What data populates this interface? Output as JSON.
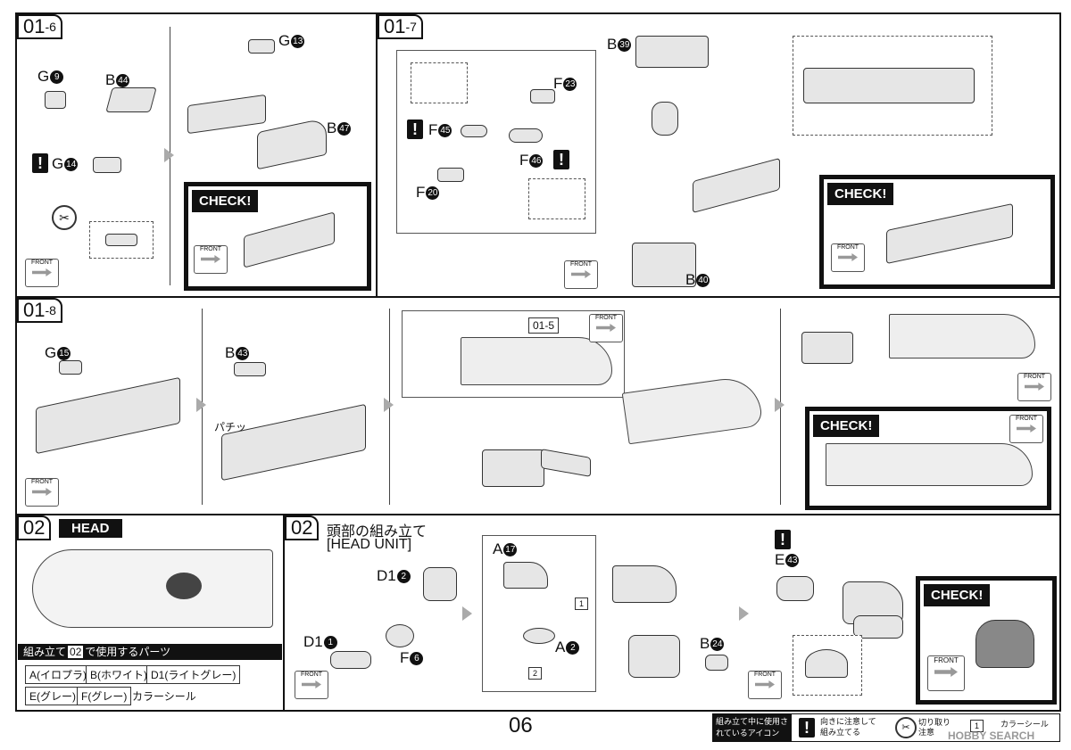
{
  "steps": {
    "s016": {
      "main": "01",
      "sub": "-6"
    },
    "s017": {
      "main": "01",
      "sub": "-7"
    },
    "s018": {
      "main": "01",
      "sub": "-8"
    },
    "s02a": {
      "main": "02"
    },
    "s02b": {
      "main": "02"
    }
  },
  "labels": {
    "g9": "G",
    "g9n": "9",
    "b44": "B",
    "b44n": "44",
    "g14": "G",
    "g14n": "14",
    "g13": "G",
    "g13n": "13",
    "b47": "B",
    "b47n": "47",
    "b39": "B",
    "b39n": "39",
    "f23": "F",
    "f23n": "23",
    "f45": "F",
    "f45n": "45",
    "f46": "F",
    "f46n": "46",
    "f20": "F",
    "f20n": "20",
    "b40": "B",
    "b40n": "40",
    "g15": "G",
    "g15n": "15",
    "b43": "B",
    "b43n": "43",
    "ref015": "01-5",
    "patchi": "パチッ",
    "d12": "D1",
    "d12n": "2",
    "d11": "D1",
    "d11n": "1",
    "f6": "F",
    "f6n": "6",
    "a17": "A",
    "a17n": "17",
    "a2": "A",
    "a2n": "2",
    "b24": "B",
    "b24n": "24",
    "e43": "E",
    "e43n": "43",
    "seal1": "1",
    "seal2": "2"
  },
  "check_label": "CHECK!",
  "front_label": "FRONT",
  "head": {
    "badge": "HEAD",
    "title_jp": "頭部の組み立て",
    "title_en": "[HEAD UNIT]",
    "parts_heading_pre": "組み立て",
    "parts_heading_step": "02",
    "parts_heading_post": "で使用するパーツ",
    "parts": [
      "A(イロプラ)",
      "B(ホワイト)",
      "D1(ライトグレー)",
      "E(グレー)",
      "F(グレー)"
    ],
    "color_seal": "カラーシール"
  },
  "footer": {
    "page": "06",
    "legend_title": "組み立て中に使用されているアイコン",
    "legend_warn": "向きに注意して組み立てる",
    "legend_cut": "切り取り注意",
    "legend_seal": "カラーシール",
    "legend_seal_num": "1",
    "watermark": "HOBBY SEARCH"
  },
  "colors": {
    "accent": "#111111",
    "part_fill": "#e6e6e6",
    "arrow_gray": "#aaaaaa"
  }
}
